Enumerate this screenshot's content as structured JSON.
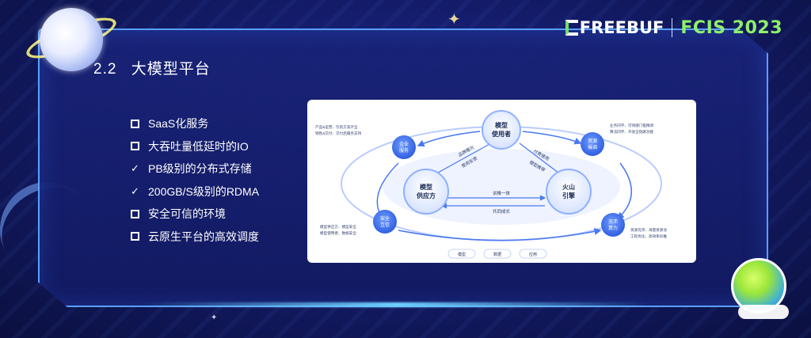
{
  "header": {
    "logo_left": "FREEBUF",
    "logo_right": "FCIS 2023"
  },
  "slide": {
    "section_number": "2.2",
    "section_title": "大模型平台"
  },
  "bullets": [
    {
      "text": "SaaS化服务",
      "marker": "box"
    },
    {
      "text": "大吞吐量低延时的IO",
      "marker": "box"
    },
    {
      "text": "PB级别的分布式存储",
      "marker": "check"
    },
    {
      "text": "200GB/S级别的RDMA",
      "marker": "check"
    },
    {
      "text": "安全可信的环境",
      "marker": "box"
    },
    {
      "text": "云原生平台的高效调度",
      "marker": "box"
    }
  ],
  "diagram": {
    "nodes": {
      "model_user": "模型\n使用者",
      "model_provider": "模型\n供应方",
      "engine": "火山\n引擎",
      "enterprise": "企业\n服务",
      "resource": "资源\n撮调",
      "security": "安全\n互信",
      "compute": "充沛\n算力"
    },
    "arrows": {
      "brand_exposure": "品牌曝光",
      "use_feedback": "使用反馈",
      "paid_use": "付费使用",
      "feedback_rec": "模型推荐",
      "train_integrate": "训推一体",
      "co_grow": "共同成长"
    },
    "notes": {
      "enterprise": "产品&运营、引航方案齐全\n销售&交付、交付后服务支持",
      "resource": "业务同学、可快捷门槛精调\n算法同学、开发全链路功能",
      "security": "模型供应方、模型安全\n模型使用者、数据安全",
      "compute": "资源充沛、海量资源池\n工程优化、高效率训推"
    },
    "tabs": [
      "模型",
      "数据",
      "应用"
    ]
  }
}
